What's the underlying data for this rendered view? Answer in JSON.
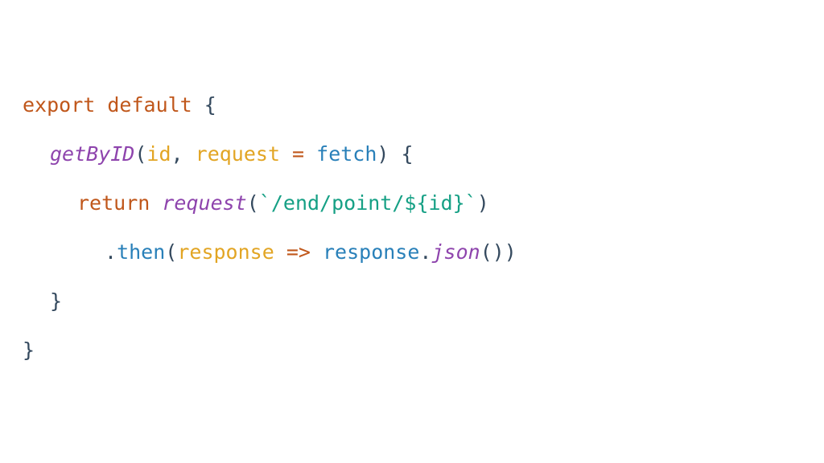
{
  "colors": {
    "keyword": "#c0571b",
    "function": "#8e44ad",
    "param": "#e2a524",
    "plain": "#34495e",
    "operator": "#c0571b",
    "identifier": "#2980b9",
    "string": "#16a085"
  },
  "code": {
    "lines": [
      {
        "indent": 0,
        "tokens": [
          {
            "t": "export",
            "c": "keyword"
          },
          {
            "t": " ",
            "c": "plain"
          },
          {
            "t": "default",
            "c": "keyword"
          },
          {
            "t": " {",
            "c": "plain"
          }
        ]
      },
      {
        "indent": 1,
        "tokens": [
          {
            "t": "getByID",
            "c": "function",
            "italic": true
          },
          {
            "t": "(",
            "c": "plain"
          },
          {
            "t": "id",
            "c": "param"
          },
          {
            "t": ", ",
            "c": "plain"
          },
          {
            "t": "request",
            "c": "param"
          },
          {
            "t": " = ",
            "c": "operator"
          },
          {
            "t": "fetch",
            "c": "identifier"
          },
          {
            "t": ") {",
            "c": "plain"
          }
        ]
      },
      {
        "indent": 2,
        "tokens": [
          {
            "t": "return",
            "c": "keyword"
          },
          {
            "t": " ",
            "c": "plain"
          },
          {
            "t": "request",
            "c": "function",
            "italic": true
          },
          {
            "t": "(",
            "c": "plain"
          },
          {
            "t": "`/end/point/${id}`",
            "c": "string"
          },
          {
            "t": ")",
            "c": "plain"
          }
        ]
      },
      {
        "indent": 3,
        "tokens": [
          {
            "t": ".",
            "c": "plain"
          },
          {
            "t": "then",
            "c": "identifier"
          },
          {
            "t": "(",
            "c": "plain"
          },
          {
            "t": "response",
            "c": "param"
          },
          {
            "t": " => ",
            "c": "operator"
          },
          {
            "t": "response",
            "c": "identifier"
          },
          {
            "t": ".",
            "c": "plain"
          },
          {
            "t": "json",
            "c": "function",
            "italic": true
          },
          {
            "t": "())",
            "c": "plain"
          }
        ]
      },
      {
        "indent": 1,
        "tokens": [
          {
            "t": "}",
            "c": "plain"
          }
        ]
      },
      {
        "indent": 0,
        "tokens": [
          {
            "t": "}",
            "c": "plain"
          }
        ]
      }
    ]
  }
}
